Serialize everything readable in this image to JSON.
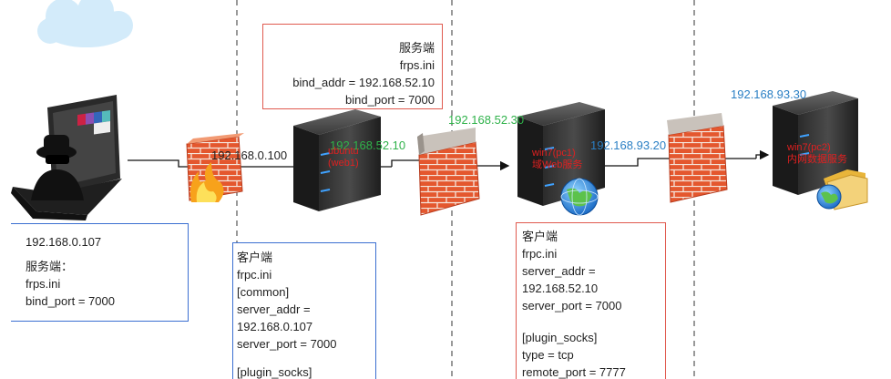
{
  "ips": {
    "kali_gateway": "192.168.0.100",
    "ubuntu_52": "192.168.52.10",
    "win7_52": "192.168.52.30",
    "win7_93": "192.168.93.20",
    "target_93": "192.168.93.30"
  },
  "server_box": {
    "lines": [
      "服务端",
      "frps.ini",
      "bind_addr = 192.168.52.10",
      "bind_port = 7000"
    ]
  },
  "attacker_box": {
    "lines": [
      "192.168.0.107",
      "",
      "服务端：",
      "frps.ini",
      "bind_port = 7000"
    ]
  },
  "client_box_1": {
    "lines": [
      "客户端",
      "frpc.ini",
      "[common]",
      "server_addr =",
      "192.168.0.107",
      "server_port = 7000",
      "",
      "[plugin_socks]"
    ]
  },
  "client_box_2": {
    "lines": [
      "客户端",
      "frpc.ini",
      "server_addr =",
      "192.168.52.10",
      "server_port = 7000",
      "",
      "[plugin_socks]",
      "type = tcp",
      "remote_port = 7777"
    ]
  },
  "server_labels": {
    "ubuntu": [
      "ubuntu",
      "(web1)"
    ],
    "win7": [
      "win7(pc1)",
      "域Web服务"
    ],
    "target": [
      "win7(pc2)",
      "内网数据服务"
    ]
  },
  "colors": {
    "green_ip": "#2fb24a",
    "blue_ip": "#2a7fc4",
    "red_border": "#e05a4f",
    "blue_border": "#3b6fd1",
    "server_label": "#e02020"
  }
}
